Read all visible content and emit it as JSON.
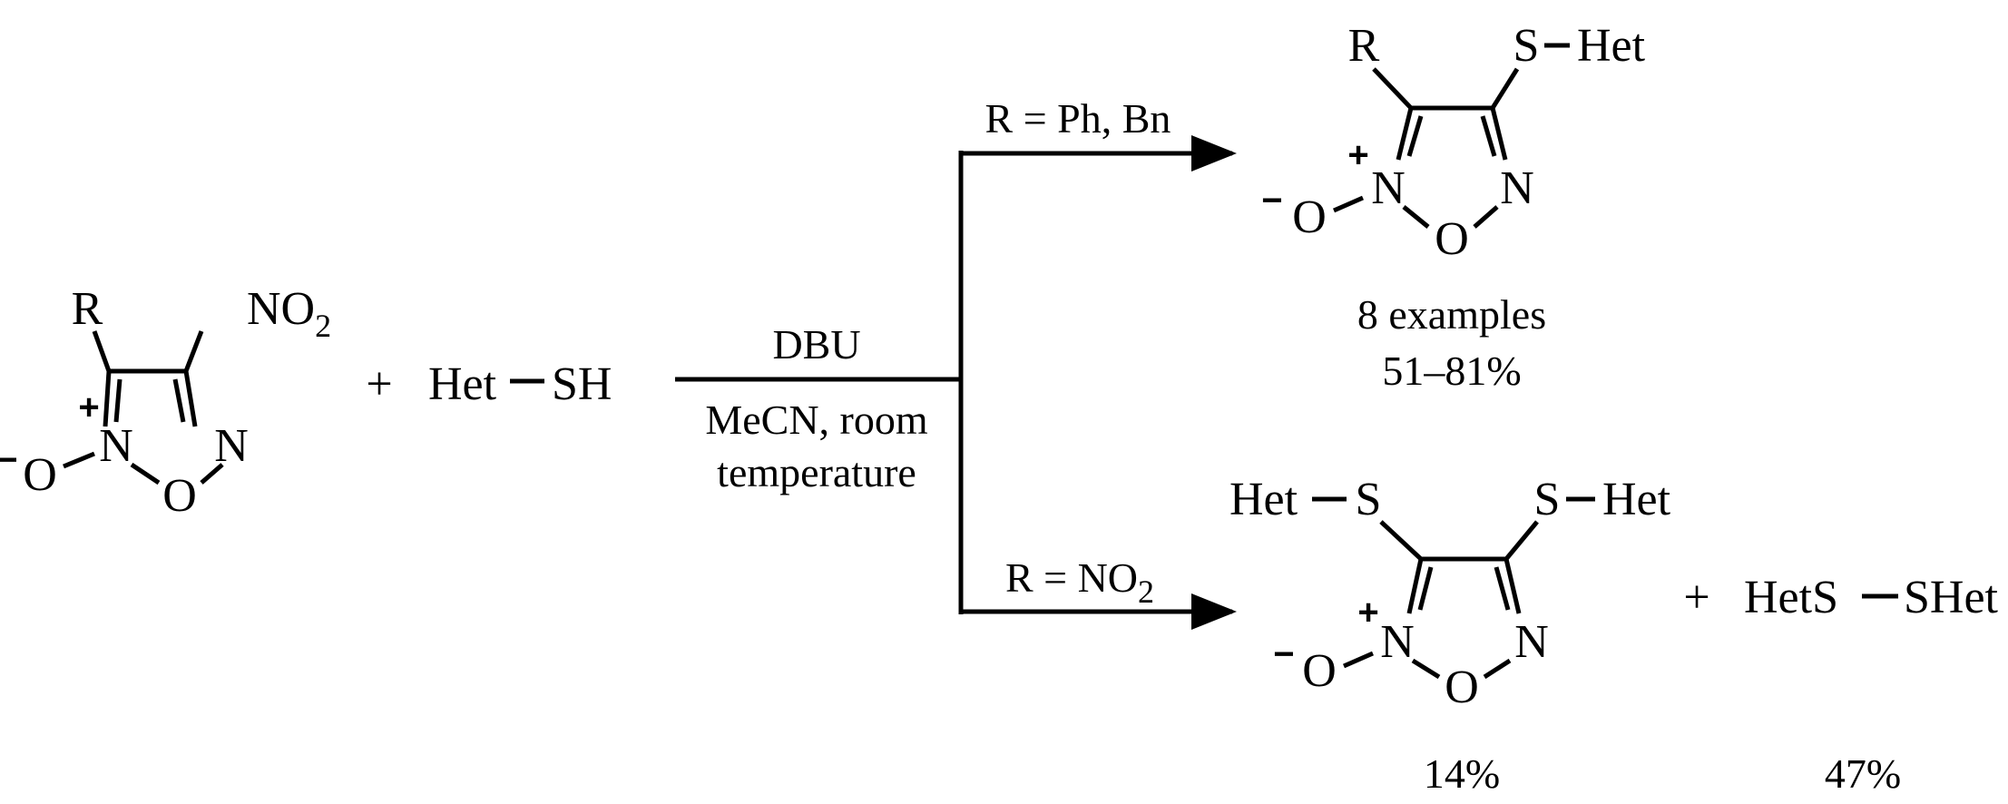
{
  "reactant": {
    "substituent_R": "R",
    "nitro": {
      "main": "NO",
      "sub": "2"
    },
    "ring_atoms": {
      "n_plus": "N",
      "n": "N",
      "o_ring": "O",
      "o_minus": "O"
    },
    "plus_charge": "+",
    "minus_charge": "−"
  },
  "plus_sign": "+",
  "reagent": {
    "left": "Het",
    "right": "SH"
  },
  "conditions": {
    "above": "DBU",
    "below_line1": "MeCN, room",
    "below_line2": "temperature"
  },
  "upper_branch": {
    "label": "R = Ph, Bn",
    "product": {
      "substituent_R": "R",
      "s": "S",
      "het": "Het",
      "ring_atoms": {
        "n_plus": "N",
        "n": "N",
        "o_ring": "O",
        "o_minus": "O"
      },
      "plus_charge": "+",
      "minus_charge": "−"
    },
    "note": "8 examples",
    "yield": "51–81%"
  },
  "lower_branch": {
    "label": {
      "main": "R = NO",
      "sub": "2"
    },
    "product": {
      "het_left": "Het",
      "s_left": "S",
      "s_right": "S",
      "het_right": "Het",
      "ring_atoms": {
        "n_plus": "N",
        "n": "N",
        "o_ring": "O",
        "o_minus": "O"
      },
      "plus_charge": "+",
      "minus_charge": "−"
    },
    "yield": "14%",
    "plus_sign": "+",
    "byproduct": {
      "left": "HetS",
      "right": "SHet"
    },
    "byproduct_yield": "47%"
  }
}
